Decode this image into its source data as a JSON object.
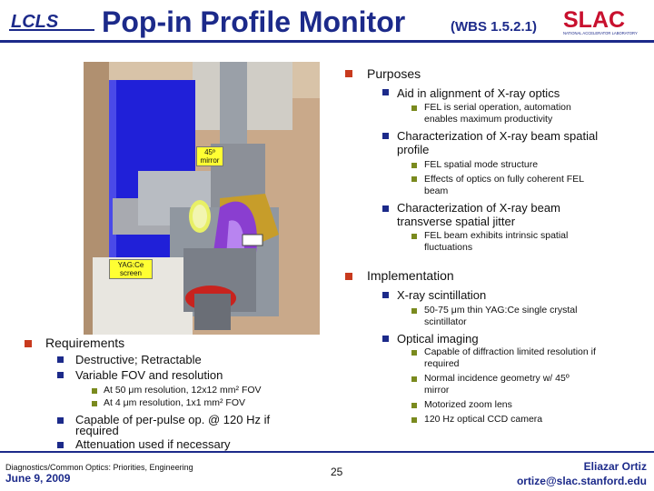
{
  "header": {
    "logo_left": "LCLS",
    "title": "Pop-in Profile Monitor",
    "wbs": "(WBS 1.5.2.1)",
    "logo_right": "SLAC",
    "logo_right_sub": "NATIONAL ACCELERATOR LABORATORY"
  },
  "photo": {
    "callout_mirror_line1": "45º",
    "callout_mirror_line2": "mirror",
    "callout_yag_line1": "YAG:Ce",
    "callout_yag_line2": "screen"
  },
  "purposes": {
    "heading": "Purposes",
    "b1": "Aid in alignment of X-ray optics",
    "b1_s1_l1": "FEL is serial operation, automation",
    "b1_s1_l2": "enables maximum productivity",
    "b2_l1": "Characterization of X-ray beam spatial",
    "b2_l2": "profile",
    "b2_s1": "FEL spatial mode structure",
    "b2_s2_l1": "Effects of optics on fully coherent FEL",
    "b2_s2_l2": "beam",
    "b3_l1": "Characterization of X-ray beam",
    "b3_l2": "transverse spatial jitter",
    "b3_s1_l1": "FEL beam exhibits intrinsic spatial",
    "b3_s1_l2": "fluctuations"
  },
  "implementation": {
    "heading": "Implementation",
    "b1": "X-ray scintillation",
    "b1_s1_l1": "50-75 μm thin YAG:Ce single crystal",
    "b1_s1_l2": "scintillator",
    "b2": "Optical imaging",
    "b2_s1_l1": "Capable of diffraction limited resolution if",
    "b2_s1_l2": "required",
    "b2_s2_l1": "Normal incidence geometry w/ 45º",
    "b2_s2_l2": "mirror",
    "b2_s3": "Motorized zoom lens",
    "b2_s4": "120 Hz optical CCD camera"
  },
  "requirements": {
    "heading": "Requirements",
    "b1": "Destructive; Retractable",
    "b2": "Variable FOV and resolution",
    "b2_s1": "At 50 μm resolution, 12x12 mm² FOV",
    "b2_s2": "At 4 μm resolution, 1x1 mm² FOV",
    "b3_l1": "Capable of per-pulse op. @ 120 Hz if",
    "b3_l2": "required",
    "b4": "Attenuation used if necessary"
  },
  "footer": {
    "left_line1": "Diagnostics/Common Optics: Priorities, Engineering",
    "left_line2": "June 9, 2009",
    "page": "25",
    "right_line1": "Eliazar Ortiz",
    "right_line2": "ortize@slac.stanford.edu"
  },
  "colors": {
    "brand_blue": "#1c2a8a",
    "bullet_red": "#c83a1e",
    "bullet_olive": "#7a8a1e",
    "slac_red": "#c8102e",
    "callout_yellow": "#ffff33"
  }
}
